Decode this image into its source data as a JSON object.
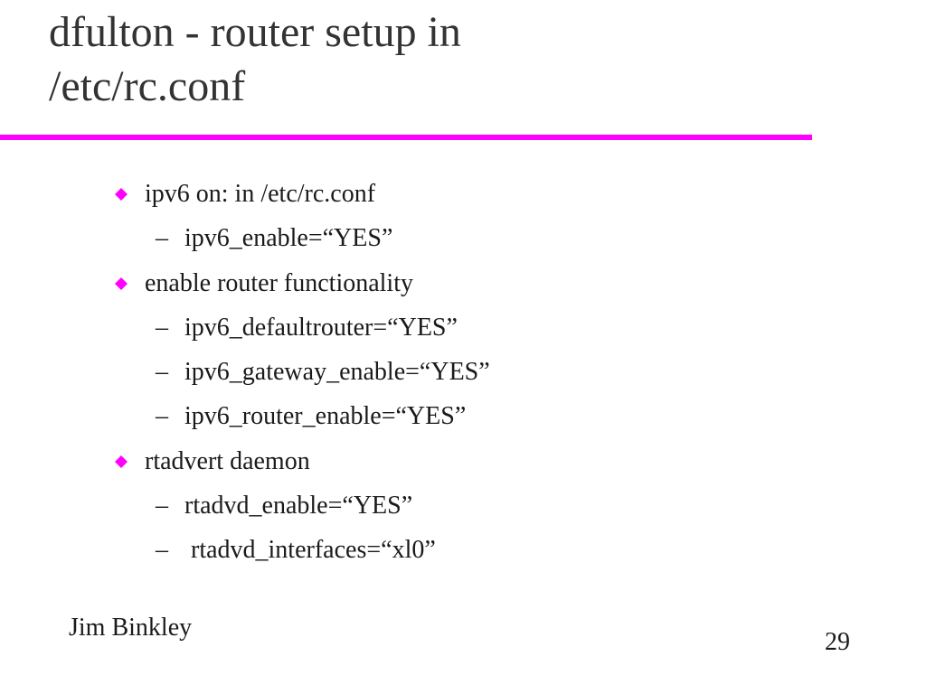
{
  "title": {
    "line1": "dfulton - router setup in",
    "line2": "/etc/rc.conf"
  },
  "colors": {
    "accent": "#ff00ff",
    "title_text": "#333333",
    "body_text": "#1a1a1a"
  },
  "bullet_icon": "diamond-bullet-icon",
  "items": [
    {
      "text": "ipv6 on:  in /etc/rc.conf",
      "subitems": [
        "ipv6_enable=“YES”"
      ]
    },
    {
      "text": "enable router functionality",
      "subitems": [
        "ipv6_defaultrouter=“YES”",
        "ipv6_gateway_enable=“YES”",
        "ipv6_router_enable=“YES”"
      ]
    },
    {
      "text": "rtadvert daemon",
      "subitems": [
        "rtadvd_enable=“YES”",
        " rtadvd_interfaces=“xl0”"
      ]
    }
  ],
  "footer": {
    "author": "Jim Binkley",
    "page_number": "29"
  }
}
